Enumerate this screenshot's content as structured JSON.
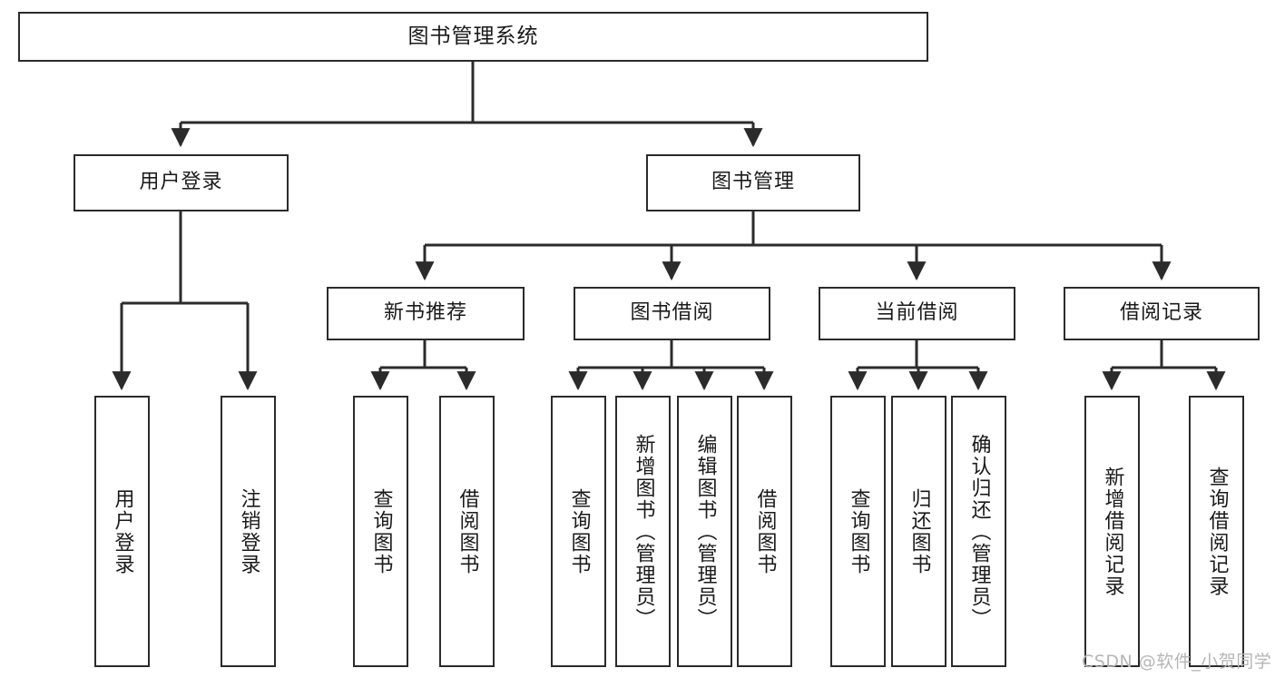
{
  "diagram": {
    "type": "hierarchy-tree",
    "title": "图书管理系统",
    "watermark": "CSDN @软件_小贺同学",
    "colors": {
      "stroke": "#2b2b2b",
      "fill": "#ffffff",
      "text": "#1a1a1a",
      "watermark": "#b6b6b6"
    },
    "nodes": {
      "root": {
        "label": "图书管理系统"
      },
      "level2": [
        {
          "label": "用户登录"
        },
        {
          "label": "图书管理"
        }
      ],
      "level3": [
        {
          "label": "新书推荐"
        },
        {
          "label": "图书借阅"
        },
        {
          "label": "当前借阅"
        },
        {
          "label": "借阅记录"
        }
      ],
      "leaves_user_login": [
        {
          "label": "用户登录"
        },
        {
          "label": "注销登录"
        }
      ],
      "leaves_new_book": [
        {
          "label": "查询图书"
        },
        {
          "label": "借阅图书"
        }
      ],
      "leaves_borrow": [
        {
          "label": "查询图书"
        },
        {
          "label": "新增图书（管理员）"
        },
        {
          "label": "编辑图书（管理员）"
        },
        {
          "label": "借阅图书"
        }
      ],
      "leaves_current": [
        {
          "label": "查询图书"
        },
        {
          "label": "归还图书"
        },
        {
          "label": "确认归还（管理员）"
        }
      ],
      "leaves_records": [
        {
          "label": "新增借阅记录"
        },
        {
          "label": "查询借阅记录"
        }
      ]
    }
  }
}
